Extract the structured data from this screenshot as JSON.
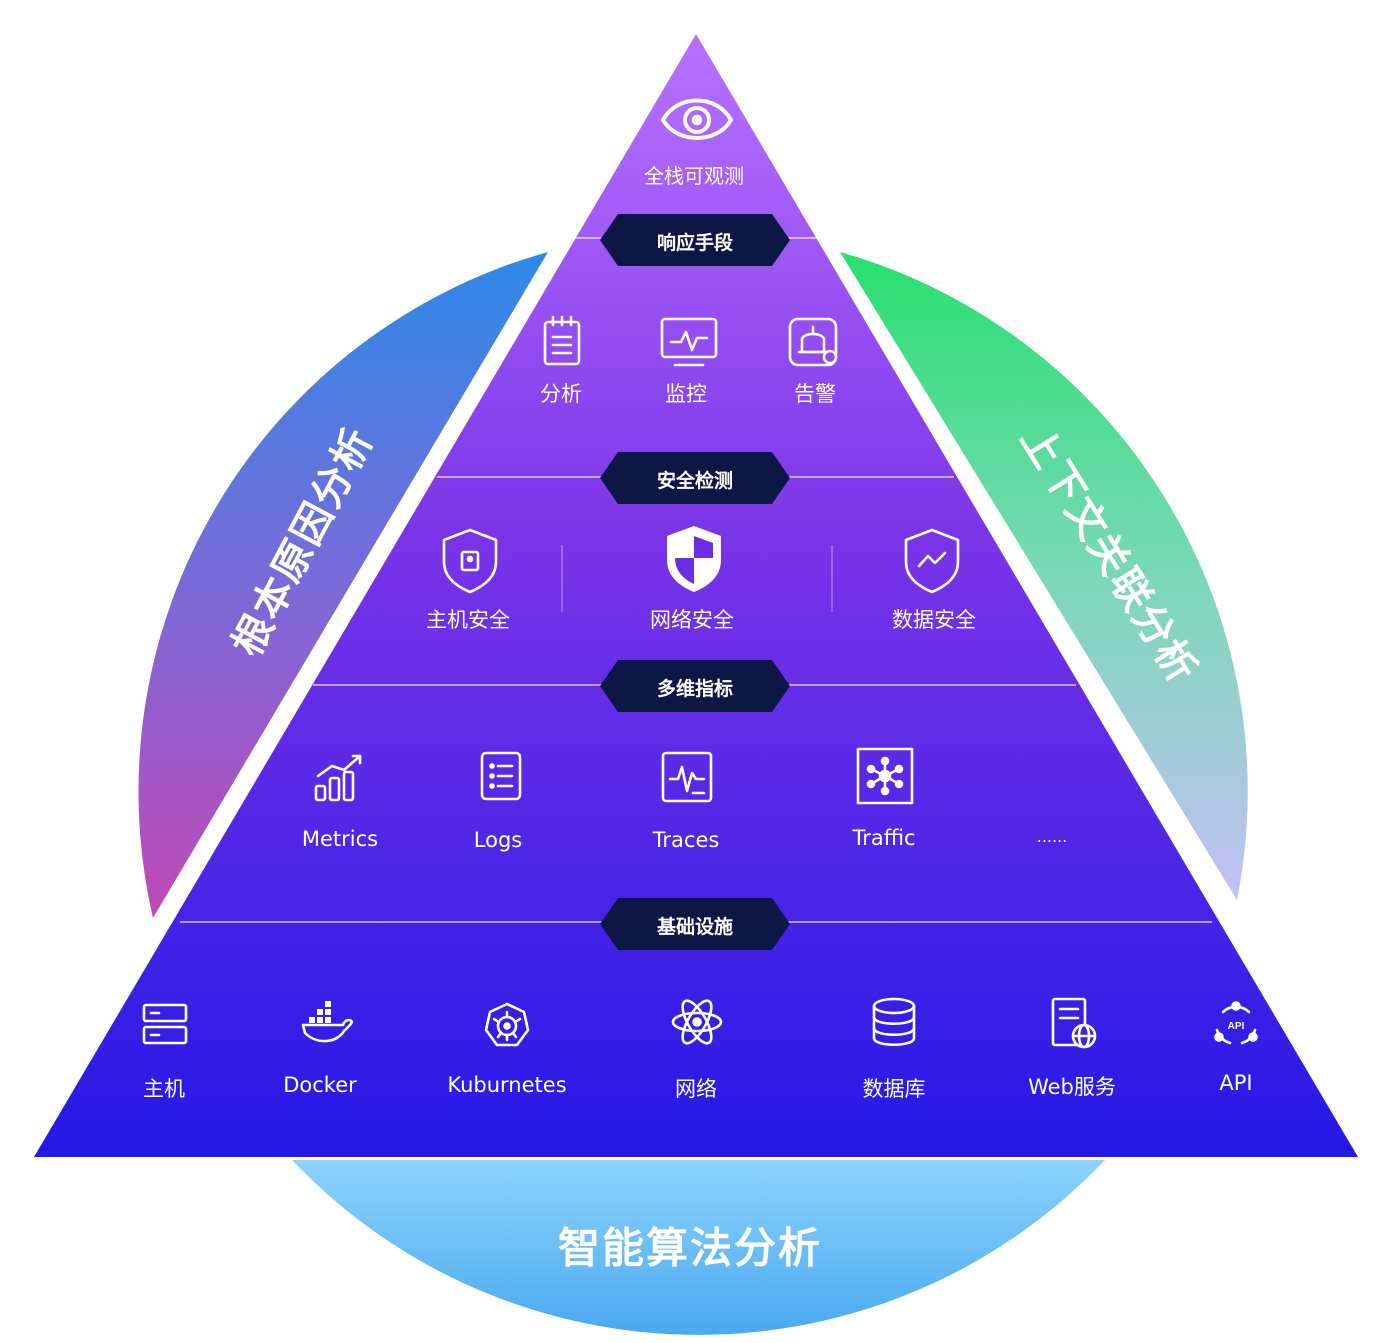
{
  "apex": {
    "title": "全栈可观测",
    "icon": "eye-logo-icon"
  },
  "arcs": {
    "left": "根本原因分析",
    "right": "上下文关联分析",
    "bottom": "智能算法分析"
  },
  "layers": [
    {
      "title": "响应手段",
      "items": [
        {
          "label": "分析",
          "icon": "clipboard-icon"
        },
        {
          "label": "监控",
          "icon": "monitor-icon"
        },
        {
          "label": "告警",
          "icon": "alarm-bell-icon"
        }
      ]
    },
    {
      "title": "安全检测",
      "items": [
        {
          "label": "主机安全",
          "icon": "shield-lock-icon"
        },
        {
          "label": "网络安全",
          "icon": "shield-quartered-icon"
        },
        {
          "label": "数据安全",
          "icon": "shield-chart-icon"
        }
      ]
    },
    {
      "title": "多维指标",
      "items": [
        {
          "label": "Metrics",
          "icon": "bar-chart-icon"
        },
        {
          "label": "Logs",
          "icon": "list-icon"
        },
        {
          "label": "Traces",
          "icon": "waveform-icon"
        },
        {
          "label": "Traffic",
          "icon": "network-node-icon"
        },
        {
          "label": "......",
          "icon": ""
        }
      ]
    },
    {
      "title": "基础设施",
      "items": [
        {
          "label": "主机",
          "icon": "server-icon"
        },
        {
          "label": "Docker",
          "icon": "docker-whale-icon"
        },
        {
          "label": "Kuburnetes",
          "icon": "kubernetes-wheel-icon"
        },
        {
          "label": "网络",
          "icon": "atom-icon"
        },
        {
          "label": "数据库",
          "icon": "database-icon"
        },
        {
          "label": "Web服务",
          "icon": "web-server-icon"
        },
        {
          "label": "API",
          "icon": "api-icon"
        }
      ]
    }
  ],
  "colors": {
    "apex": "#b06cff",
    "mid": "#6a2ee6",
    "base": "#2a1ee8",
    "pill": "#0d1746",
    "arc_left_top": "#2f86e6",
    "arc_left_bottom": "#b44cc2",
    "arc_right_top": "#2ee27a",
    "arc_right_bottom": "#b4b4f0",
    "arc_bottom": "#6cc4f8"
  }
}
